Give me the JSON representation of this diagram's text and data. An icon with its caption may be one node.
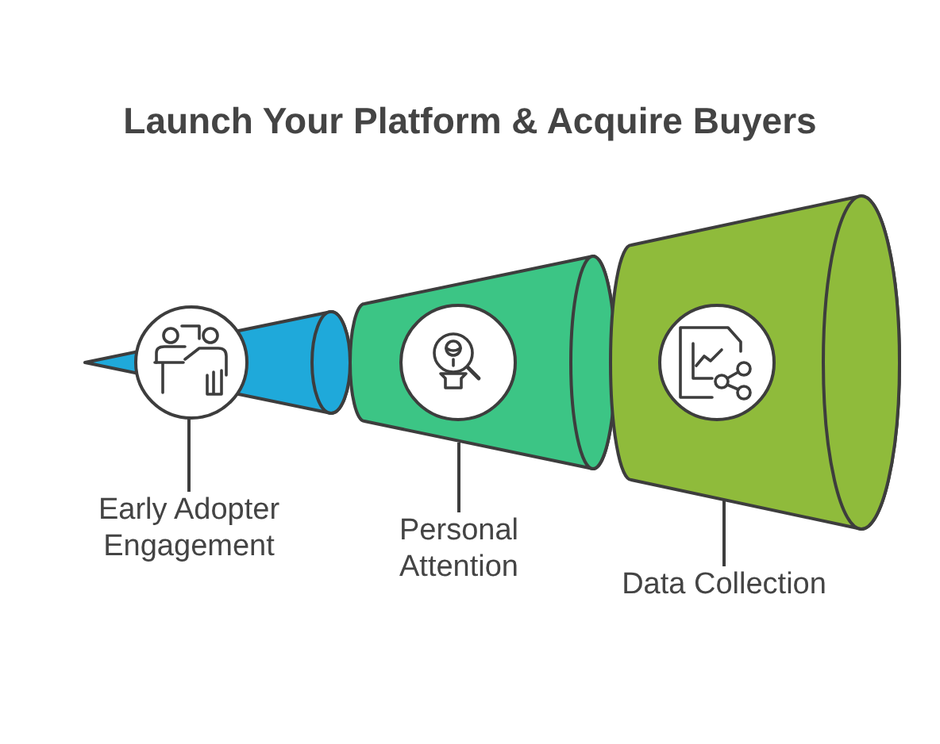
{
  "diagram": {
    "title": "Launch Your Platform & Acquire Buyers",
    "nodes": [
      {
        "text": [],
        "shape": "cone"
      },
      {
        "text": [],
        "shape": "cone"
      },
      {
        "text": [],
        "shape": "cone"
      },
      {
        "text": [
          "Early Adopter Engagement"
        ]
      },
      {
        "text": [
          "Personal Attention"
        ]
      },
      {
        "text": [
          "Data Collection"
        ]
      }
    ],
    "edges": [
      {
        "from": 3,
        "to": 0,
        "arrow": "none"
      },
      {
        "from": 4,
        "to": 1,
        "arrow": "none"
      },
      {
        "from": 5,
        "to": 2,
        "arrow": "none"
      }
    ]
  }
}
